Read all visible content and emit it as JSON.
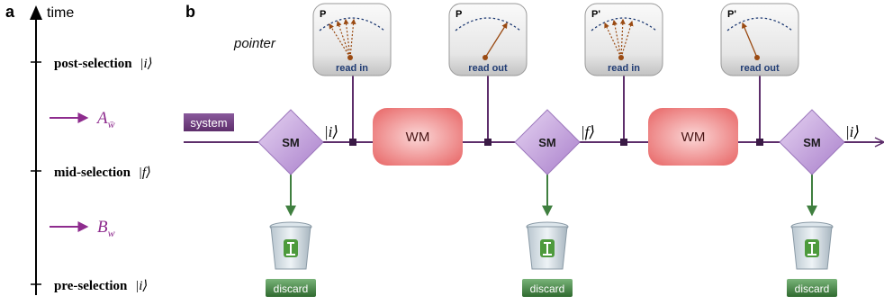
{
  "panel_a": {
    "label": "a",
    "axis_label": "time",
    "events": [
      {
        "text": "post-selection",
        "ket": "|i⟩"
      },
      {
        "text": "mid-selection",
        "ket": "|f⟩"
      },
      {
        "text": "pre-selection",
        "ket": "|i⟩"
      }
    ],
    "operators": [
      {
        "symbol": "A",
        "subscript": "w̄"
      },
      {
        "symbol": "B",
        "subscript": "w"
      }
    ]
  },
  "panel_b": {
    "label": "b",
    "pointer_label": "pointer",
    "system_label": "system",
    "strong_label": "SM",
    "weak_label": "WM",
    "discard_label": "discard",
    "kets": [
      "|i⟩",
      "|f⟩",
      "|i⟩"
    ],
    "meters": [
      {
        "label": "P",
        "caption": "read in"
      },
      {
        "label": "P",
        "caption": "read out"
      },
      {
        "label": "P'",
        "caption": "read in"
      },
      {
        "label": "P'",
        "caption": "read out"
      }
    ]
  },
  "colors": {
    "line": "#5d2e6b",
    "purple_label": "#8e2c8e",
    "sm_fill": "#c9a3e0",
    "wm_fill": "#ef7c7c",
    "discard_green": "#3f7a3f",
    "arrow_green": "#3f7f3f",
    "meter_navy": "#1f3b73",
    "needle_brown": "#9a4a12"
  }
}
